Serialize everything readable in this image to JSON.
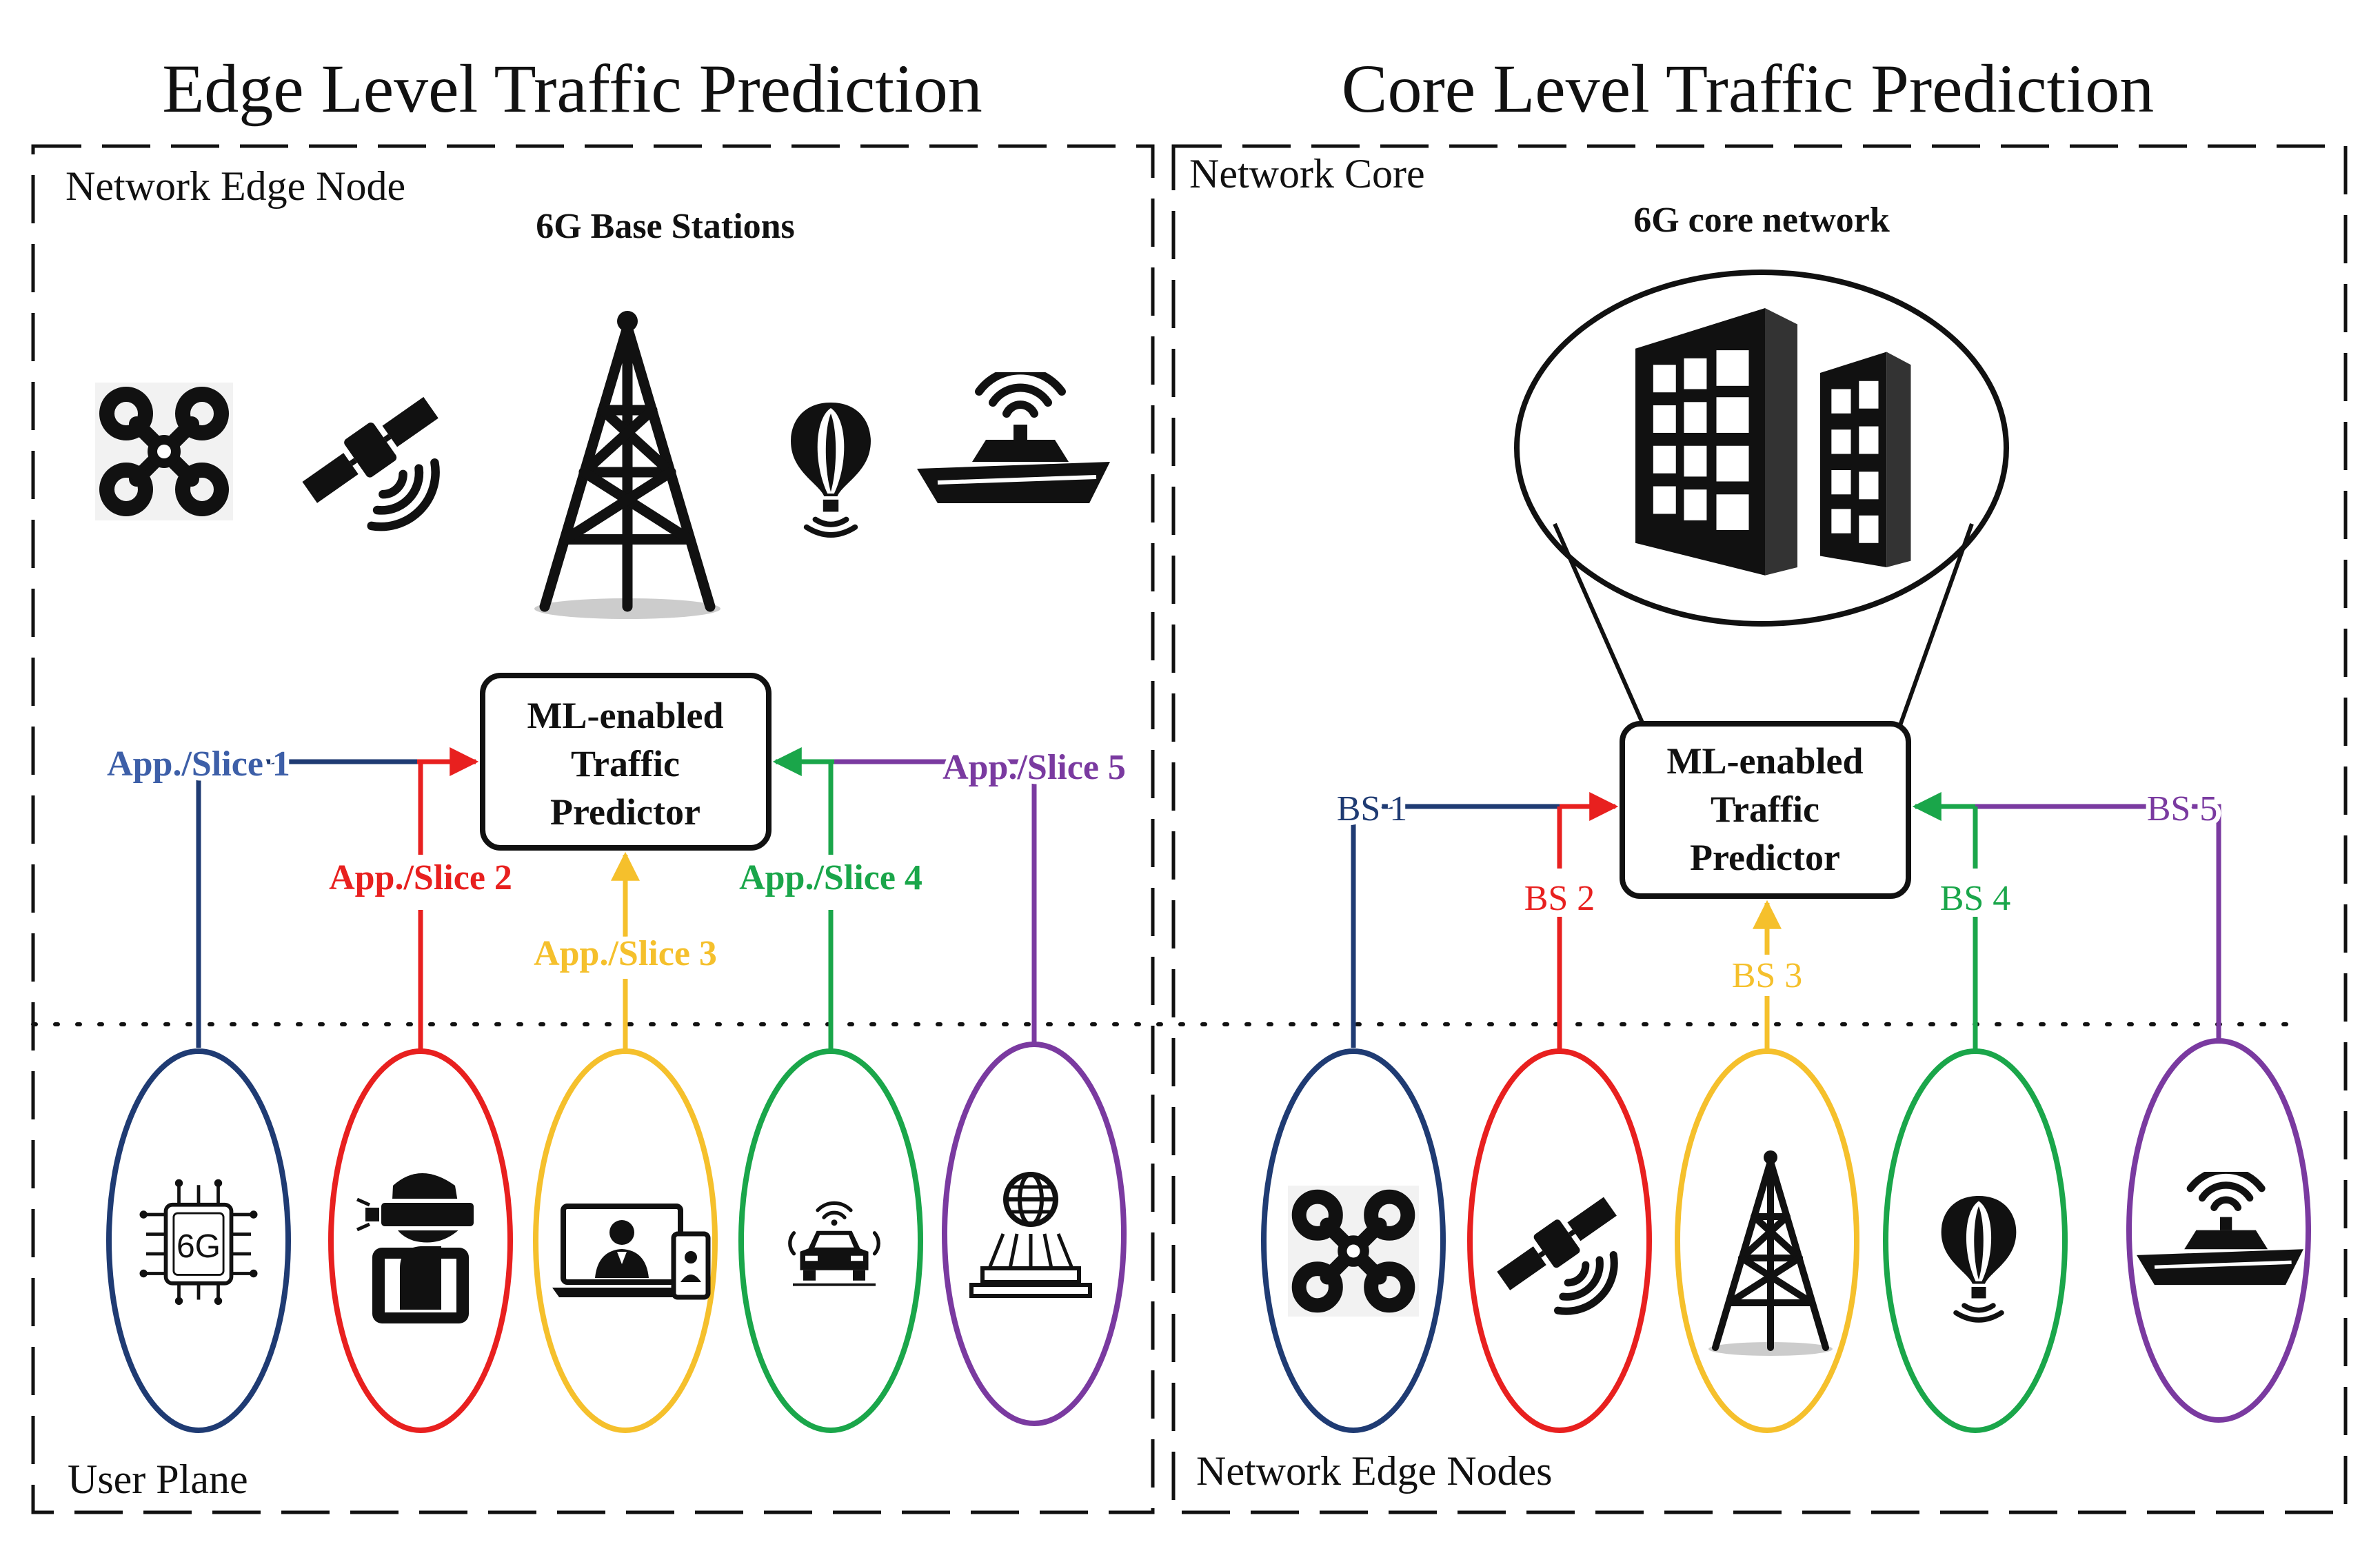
{
  "titles": {
    "edge": "Edge Level Traffic Prediction",
    "core": "Core Level Traffic Prediction"
  },
  "edge": {
    "region_label": "Network Edge Node",
    "stations_label": "6G Base Stations",
    "plane_label": "User Plane",
    "predictor": [
      "ML-enabled",
      "Traffic",
      "Predictor"
    ],
    "inputs": [
      {
        "label": "App./Slice 1",
        "color": "#1f3b73"
      },
      {
        "label": "App./Slice 2",
        "color": "#e8201f"
      },
      {
        "label": "App./Slice 3",
        "color": "#f5c02c"
      },
      {
        "label": "App./Slice 4",
        "color": "#1aa64a"
      },
      {
        "label": "App./Slice 5",
        "color": "#7a3aa0"
      }
    ],
    "ellipse_icons": [
      "chip-6g-icon",
      "vr-headset-icon",
      "telemedicine-icon",
      "connected-car-icon",
      "hologram-icon"
    ],
    "chip_text": "6G",
    "label_colors": [
      "#3d5fa8",
      "#e8201f",
      "#f5c02c",
      "#1aa64a",
      "#7a3aa0"
    ]
  },
  "core": {
    "region_label": "Network Core",
    "network_label": "6G core network",
    "nodes_label": "Network Edge Nodes",
    "predictor": [
      "ML-enabled",
      "Traffic",
      "Predictor"
    ],
    "inputs": [
      {
        "label": "BS 1",
        "color": "#1f3b73"
      },
      {
        "label": "BS 2",
        "color": "#e8201f"
      },
      {
        "label": "BS 3",
        "color": "#f5c02c"
      },
      {
        "label": "BS 4",
        "color": "#1aa64a"
      },
      {
        "label": "BS 5",
        "color": "#7a3aa0"
      }
    ],
    "ellipse_icons": [
      "drone-icon",
      "satellite-icon",
      "tower-icon",
      "balloon-icon",
      "ship-icon"
    ]
  },
  "station_icons": [
    "drone-icon",
    "satellite-icon",
    "tower-icon",
    "balloon-icon",
    "ship-icon"
  ],
  "core_icon": "server-rack-icon"
}
